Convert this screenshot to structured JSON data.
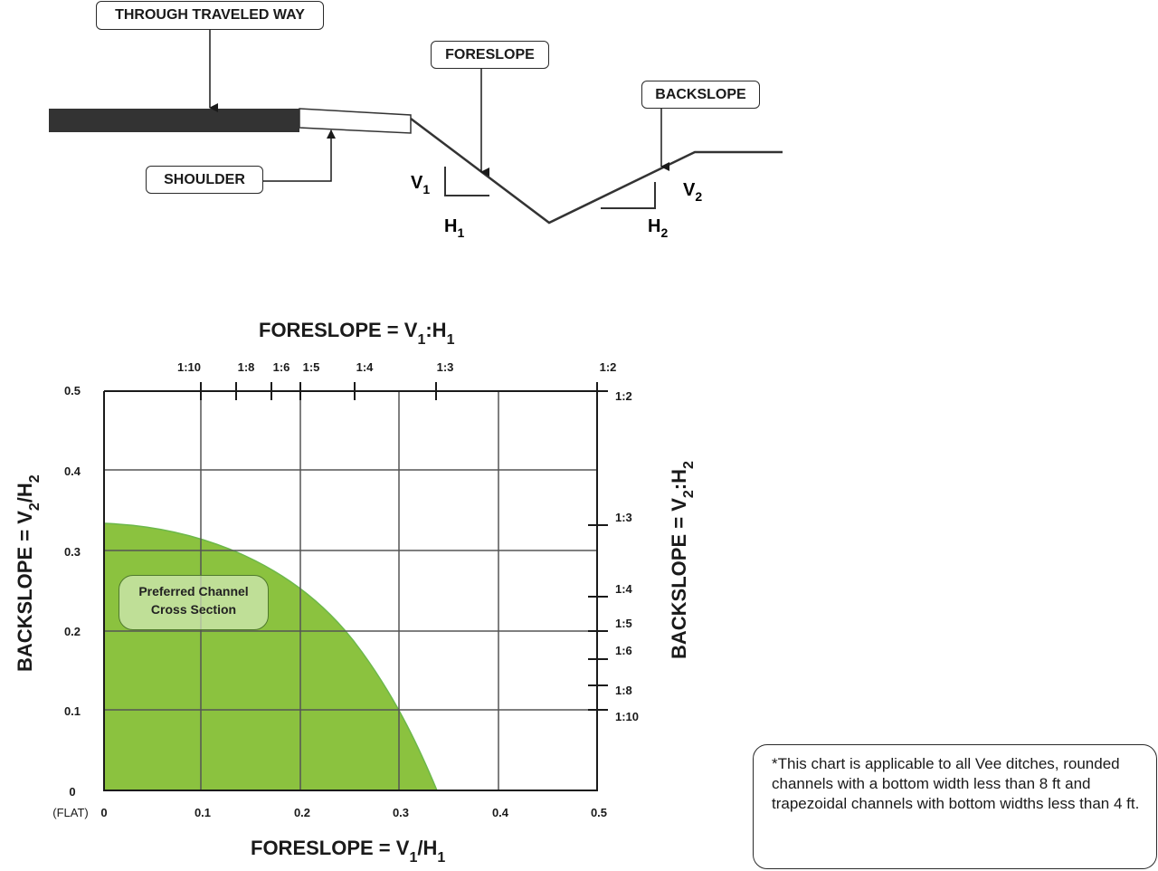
{
  "cross_section": {
    "callouts": {
      "through_traveled_way": "THROUGH TRAVELED WAY",
      "foreslope": "FORESLOPE",
      "backslope": "BACKSLOPE",
      "shoulder": "SHOULDER"
    },
    "slope_labels": {
      "v1": "V",
      "v1_sub": "1",
      "h1": "H",
      "h1_sub": "1",
      "v2": "V",
      "v2_sub": "2",
      "h2": "H",
      "h2_sub": "2"
    }
  },
  "chart_data": {
    "type": "area",
    "title": "Preferred Channel Cross Section",
    "top_title": "FORESLOPE = V1:H1",
    "xlabel": "FORESLOPE = V1/H1",
    "ylabel": "BACKSLOPE = V2/H2",
    "right_label": "BACKSLOPE = V2:H2",
    "xlim": [
      0,
      0.5
    ],
    "ylim": [
      0,
      0.5
    ],
    "grid": true,
    "x_ticks": [
      "0",
      "0.1",
      "0.2",
      "0.3",
      "0.4",
      "0.5"
    ],
    "y_ticks": [
      "0",
      "0.1",
      "0.2",
      "0.3",
      "0.4",
      "0.5"
    ],
    "x_origin_note": "(FLAT)",
    "top_ratio_ticks": [
      {
        "label": "1:10",
        "value": 0.1
      },
      {
        "label": "1:8",
        "value": 0.125
      },
      {
        "label": "1:6",
        "value": 0.167
      },
      {
        "label": "1:5",
        "value": 0.2
      },
      {
        "label": "1:4",
        "value": 0.25
      },
      {
        "label": "1:3",
        "value": 0.333
      },
      {
        "label": "1:2",
        "value": 0.5
      }
    ],
    "right_ratio_ticks": [
      {
        "label": "1:2",
        "value": 0.5
      },
      {
        "label": "1:3",
        "value": 0.333
      },
      {
        "label": "1:4",
        "value": 0.25
      },
      {
        "label": "1:5",
        "value": 0.2
      },
      {
        "label": "1:6",
        "value": 0.167
      },
      {
        "label": "1:8",
        "value": 0.125
      },
      {
        "label": "1:10",
        "value": 0.1
      }
    ],
    "region": {
      "name": "Preferred Channel Cross Section",
      "shape": "quarter-ellipse",
      "x_intercept": 0.335,
      "y_intercept": 0.335,
      "boundary_points": [
        [
          0,
          0.335
        ],
        [
          0.1,
          0.31
        ],
        [
          0.2,
          0.24
        ],
        [
          0.3,
          0.1
        ],
        [
          0.335,
          0
        ]
      ],
      "color": "#8bc23f"
    },
    "region_label_line1": "Preferred Channel",
    "region_label_line2": "Cross Section"
  },
  "note": "*This chart is applicable to all Vee ditches, rounded channels with a bottom width less than 8 ft and trapezoidal channels with bottom widths less than 4 ft."
}
